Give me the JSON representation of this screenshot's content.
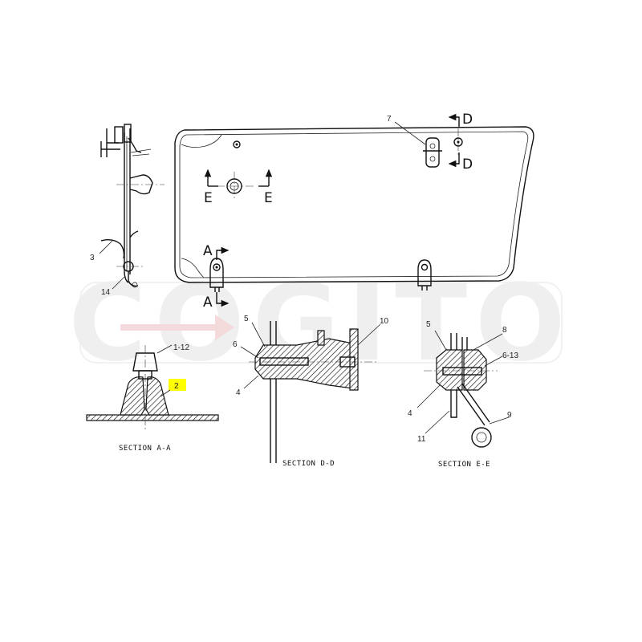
{
  "watermark": "COGITO",
  "highlight_color": "#ffff00",
  "callouts": {
    "c7": "7",
    "c3": "3",
    "c14": "14",
    "c1_12": "1-12",
    "c2": "2",
    "c5_dd": "5",
    "c6_dd": "6",
    "c4_dd": "4",
    "c10": "10",
    "c5_ee": "5",
    "c8": "8",
    "c6_13": "6-13",
    "c4_ee": "4",
    "c9": "9",
    "c11": "11"
  },
  "section_markers": {
    "d_top": "D",
    "d_bottom": "D",
    "e_left": "E",
    "e_right": "E",
    "a_top": "A",
    "a_bottom": "A"
  },
  "captions": {
    "section_aa": "SECTION A-A",
    "section_dd": "SECTION D-D",
    "section_ee": "SECTION E-E"
  }
}
